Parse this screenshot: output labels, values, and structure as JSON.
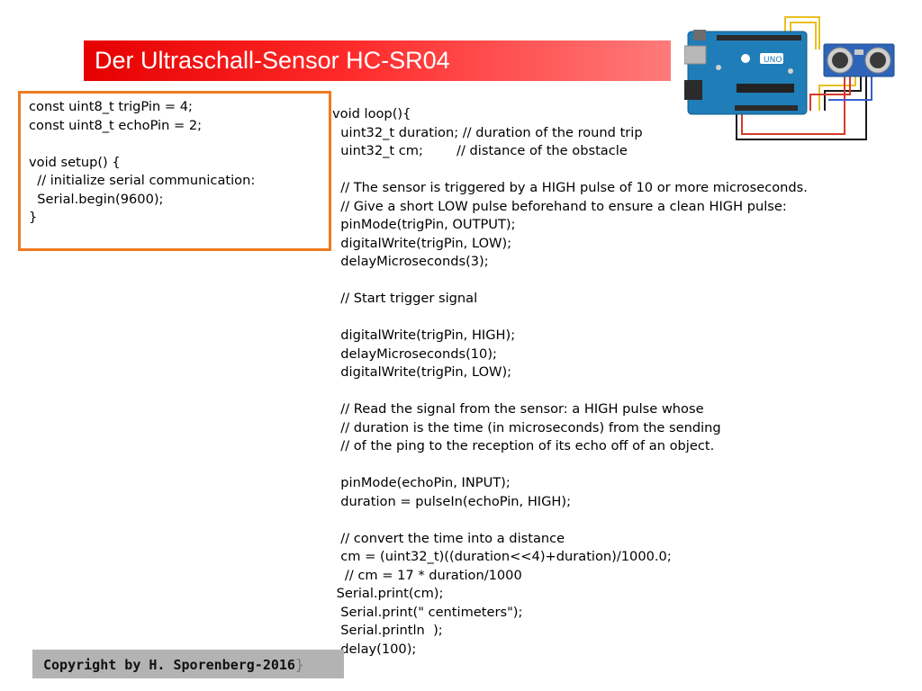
{
  "title": "Der Ultraschall-Sensor HC-SR04",
  "setup_code": [
    "const uint8_t trigPin = 4;",
    "const uint8_t echoPin = 2;",
    "",
    "void setup() {",
    "  // initialize serial communication:",
    "  Serial.begin(9600);",
    "}"
  ],
  "loop_code": [
    "void loop(){",
    "  uint32_t duration; // duration of the round trip",
    "  uint32_t cm;        // distance of the obstacle",
    "",
    "  // The sensor is triggered by a HIGH pulse of 10 or more microseconds.",
    "  // Give a short LOW pulse beforehand to ensure a clean HIGH pulse:",
    "  pinMode(trigPin, OUTPUT);",
    "  digitalWrite(trigPin, LOW);",
    "  delayMicroseconds(3);",
    "",
    "  // Start trigger signal",
    "",
    "  digitalWrite(trigPin, HIGH);",
    "  delayMicroseconds(10);",
    "  digitalWrite(trigPin, LOW);",
    "",
    "  // Read the signal from the sensor: a HIGH pulse whose",
    "  // duration is the time (in microseconds) from the sending",
    "  // of the ping to the reception of its echo off of an object.",
    "",
    "  pinMode(echoPin, INPUT);",
    "  duration = pulseIn(echoPin, HIGH);",
    "",
    "  // convert the time into a distance",
    "  cm = (uint32_t)((duration<<4)+duration)/1000.0;",
    "   // cm = 17 * duration/1000",
    " Serial.print(cm);",
    "  Serial.print(\" centimeters\");",
    "  Serial.println  );",
    "  delay(100);"
  ],
  "copyright": "Copyright by H. Sporenberg-2016",
  "copyright_brace": "}",
  "board_label": "UNO",
  "colors": {
    "title_red": "#e60000",
    "box_orange": "#f07a22",
    "board_blue": "#1f7db8",
    "copyright_grey": "#b3b3b3"
  },
  "icons": [
    "arduino-uno-board-icon",
    "hc-sr04-ultrasonic-sensor-icon"
  ]
}
